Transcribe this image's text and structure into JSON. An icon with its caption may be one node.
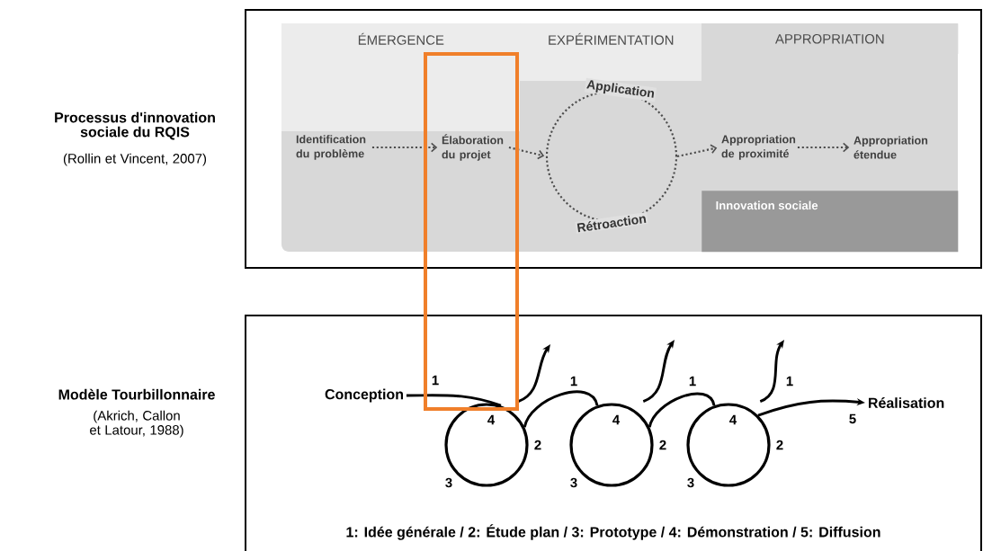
{
  "diagram": {
    "nodes": [
      {
        "text": [
          "Processus d'innovation sociale du RQIS",
          "(Rollin et Vincent, 2007)"
        ]
      },
      {
        "text": [
          "ÉMERGENCE"
        ],
        "in": 0
      },
      {
        "text": [
          "EXPÉRIMENTATION"
        ],
        "in": 0
      },
      {
        "text": [
          "APPROPRIATION"
        ],
        "in": 0
      },
      {
        "text": [
          "Identification du problème"
        ],
        "in": 0
      },
      {
        "text": [
          "Élaboration du projet"
        ],
        "in": 0
      },
      {
        "text": [
          "Application",
          "Rétroaction"
        ],
        "in": 0
      },
      {
        "text": [
          "Appropriation de proximité"
        ],
        "in": 0
      },
      {
        "text": [
          "Appropriation étendue"
        ],
        "in": 0
      },
      {
        "text": [
          "Modèle Tourbillonnaire",
          "(Akrich, Callon et Latour, 1988)"
        ]
      },
      {
        "text": [
          "Conception"
        ],
        "in": 9
      },
      {
        "text": [
          "4"
        ],
        "in": 9,
        "beside": [
          "2",
          "3"
        ]
      },
      {
        "text": [
          "4"
        ],
        "in": 9,
        "beside": [
          "2",
          "3"
        ]
      },
      {
        "text": [
          "4"
        ],
        "in": 9,
        "beside": [
          "2",
          "3"
        ]
      },
      {
        "text": [
          "Réalisation"
        ],
        "in": 9,
        "beside": [
          "5"
        ]
      },
      {
        "text": [
          "Innovation sociale"
        ],
        "in": 0
      }
    ],
    "edges": [
      {
        "from": 4,
        "to": 5,
        "arrow": "to",
        "style": "dashed"
      },
      {
        "from": 5,
        "to": 6,
        "arrow": "to",
        "style": "dashed"
      },
      {
        "from": 6,
        "to": 7,
        "arrow": "to",
        "style": "dashed"
      },
      {
        "from": 7,
        "to": 8,
        "arrow": "to",
        "style": "dashed"
      },
      {
        "from": 10,
        "to": 11,
        "arrow": "none"
      },
      {
        "from": 11,
        "to": 12,
        "arrow": "none"
      },
      {
        "from": 12,
        "to": 13,
        "arrow": "none"
      },
      {
        "from": 13,
        "to": 14,
        "arrow": "to"
      },
      {
        "from": 11,
        "to": null,
        "arrow": "to"
      },
      {
        "from": 12,
        "to": null,
        "arrow": "to"
      },
      {
        "from": 13,
        "to": null,
        "arrow": "to"
      }
    ],
    "labels": [
      "1",
      "1",
      "1",
      "1",
      "1: Idée générale / 2: Étude plan / 3: Prototype / 4: Démonstration / 5: Diffusion"
    ]
  }
}
